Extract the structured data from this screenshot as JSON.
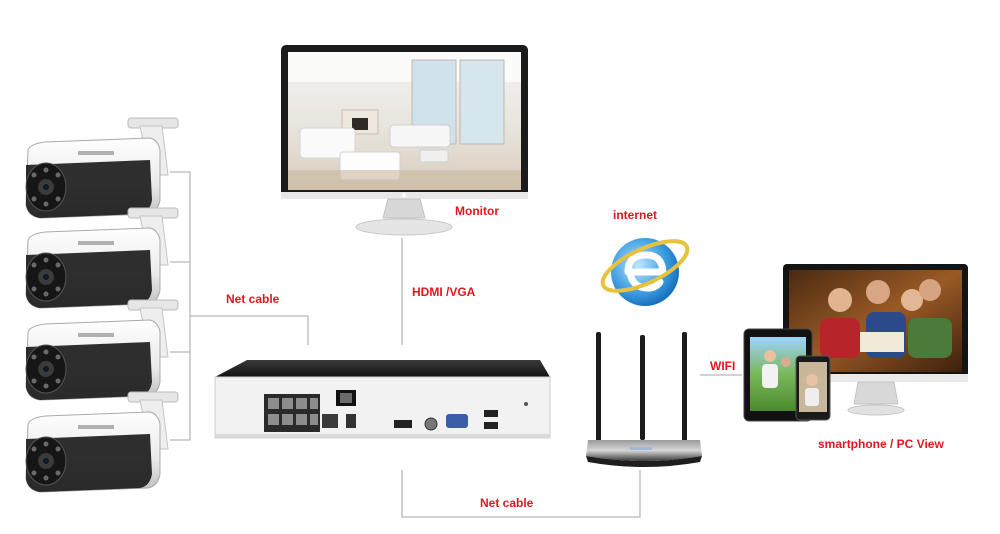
{
  "labels": {
    "monitor": "Monitor",
    "hdmi_vga": "HDMI /VGA",
    "internet": "internet",
    "net_cable_left": "Net cable",
    "net_cable_bottom": "Net cable",
    "wifi": "WIFI",
    "view": "smartphone / PC View"
  },
  "accent_color": "#e0171f",
  "camera_count": 4
}
